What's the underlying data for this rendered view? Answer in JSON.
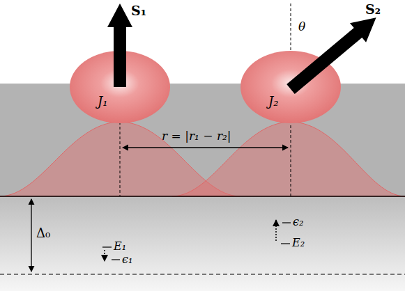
{
  "diagram": {
    "nodes": [
      {
        "text": [
          "J₁"
        ]
      },
      {
        "text": [
          "J₂"
        ]
      }
    ],
    "labels": [
      "S₁",
      "S₂",
      "θ",
      "r = |r₁ − r₂|",
      "Δ₀",
      "E₁",
      "ϵ₁",
      "ϵ₂",
      "E₂"
    ]
  }
}
